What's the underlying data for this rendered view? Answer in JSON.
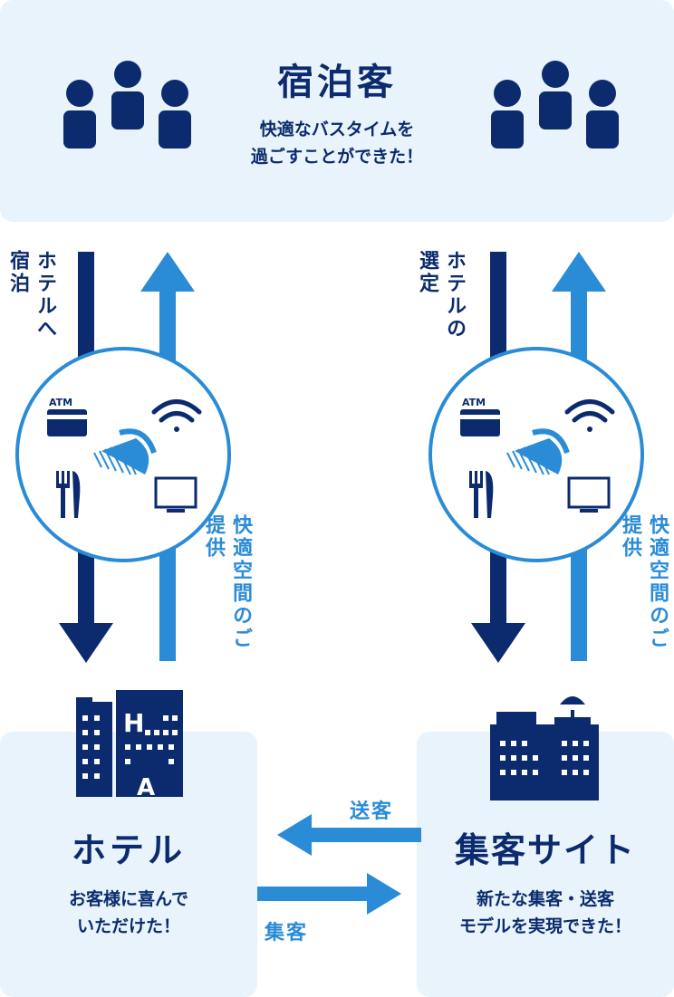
{
  "guest": {
    "title": "宿泊客",
    "subtitle": "快適なバスタイムを\n過ごすことができた！"
  },
  "left_flow": {
    "down_label": "ホテルへ宿泊",
    "up_label": "快適空間のご提供"
  },
  "right_flow": {
    "down_label": "ホテルの選定",
    "up_label": "快適空間のご提供"
  },
  "amenity_icons": {
    "atm_label": "ATM",
    "icons": [
      "atm-card-icon",
      "wifi-icon",
      "shower-head-icon",
      "fork-knife-icon",
      "tv-icon"
    ]
  },
  "hotel": {
    "title": "ホテル",
    "subtitle": "お客様に喜んで\nいただけた！"
  },
  "site": {
    "title": "集客サイト",
    "subtitle": "新たな集客・送客\nモデルを実現できた！"
  },
  "exchange": {
    "send_label": "送客",
    "attract_label": "集客"
  },
  "colors": {
    "dark_navy": "#0b2b6e",
    "light_blue": "#2a8bd6",
    "panel_bg": "#e9f3fb"
  }
}
